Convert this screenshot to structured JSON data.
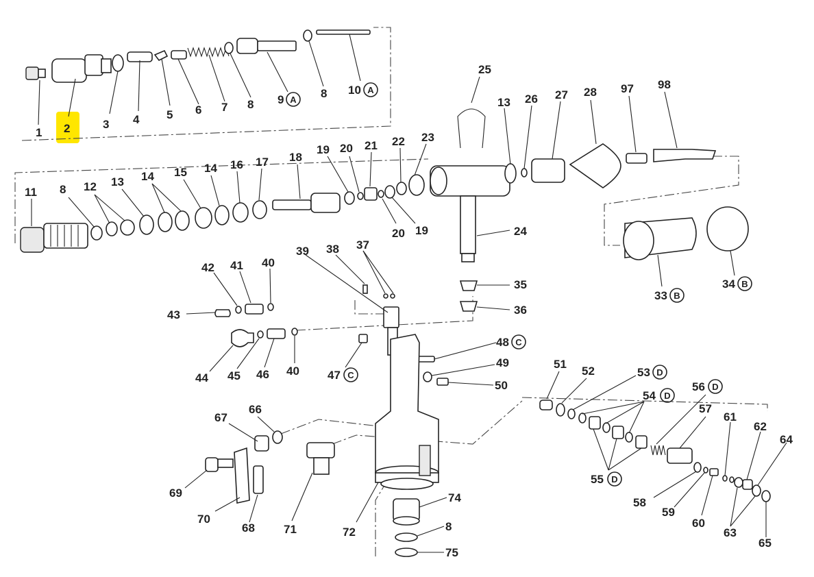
{
  "highlight": {
    "label": "2",
    "color": "#ffe600"
  },
  "labels": [
    {
      "id": "l1",
      "text": "1"
    },
    {
      "id": "l2",
      "text": "2"
    },
    {
      "id": "l3",
      "text": "3"
    },
    {
      "id": "l4",
      "text": "4"
    },
    {
      "id": "l5",
      "text": "5"
    },
    {
      "id": "l6",
      "text": "6"
    },
    {
      "id": "l7",
      "text": "7"
    },
    {
      "id": "l8a",
      "text": "8"
    },
    {
      "id": "l9",
      "text": "9"
    },
    {
      "id": "l8b",
      "text": "8"
    },
    {
      "id": "l10",
      "text": "10"
    },
    {
      "id": "l25",
      "text": "25"
    },
    {
      "id": "l13a",
      "text": "13"
    },
    {
      "id": "l26",
      "text": "26"
    },
    {
      "id": "l27",
      "text": "27"
    },
    {
      "id": "l28",
      "text": "28"
    },
    {
      "id": "l97",
      "text": "97"
    },
    {
      "id": "l98",
      "text": "98"
    },
    {
      "id": "l11",
      "text": "11"
    },
    {
      "id": "l8c",
      "text": "8"
    },
    {
      "id": "l12",
      "text": "12"
    },
    {
      "id": "l13b",
      "text": "13"
    },
    {
      "id": "l14a",
      "text": "14"
    },
    {
      "id": "l15",
      "text": "15"
    },
    {
      "id": "l14b",
      "text": "14"
    },
    {
      "id": "l16",
      "text": "16"
    },
    {
      "id": "l17",
      "text": "17"
    },
    {
      "id": "l18",
      "text": "18"
    },
    {
      "id": "l19a",
      "text": "19"
    },
    {
      "id": "l20a",
      "text": "20"
    },
    {
      "id": "l21",
      "text": "21"
    },
    {
      "id": "l22",
      "text": "22"
    },
    {
      "id": "l23",
      "text": "23"
    },
    {
      "id": "l20b",
      "text": "20"
    },
    {
      "id": "l19b",
      "text": "19"
    },
    {
      "id": "l24",
      "text": "24"
    },
    {
      "id": "l33",
      "text": "33"
    },
    {
      "id": "l34",
      "text": "34"
    },
    {
      "id": "l35",
      "text": "35"
    },
    {
      "id": "l36",
      "text": "36"
    },
    {
      "id": "l39",
      "text": "39"
    },
    {
      "id": "l38",
      "text": "38"
    },
    {
      "id": "l37",
      "text": "37"
    },
    {
      "id": "l42",
      "text": "42"
    },
    {
      "id": "l41",
      "text": "41"
    },
    {
      "id": "l40a",
      "text": "40"
    },
    {
      "id": "l43",
      "text": "43"
    },
    {
      "id": "l44",
      "text": "44"
    },
    {
      "id": "l45",
      "text": "45"
    },
    {
      "id": "l46",
      "text": "46"
    },
    {
      "id": "l40b",
      "text": "40"
    },
    {
      "id": "l47",
      "text": "47"
    },
    {
      "id": "l48",
      "text": "48"
    },
    {
      "id": "l49",
      "text": "49"
    },
    {
      "id": "l50",
      "text": "50"
    },
    {
      "id": "l51",
      "text": "51"
    },
    {
      "id": "l52",
      "text": "52"
    },
    {
      "id": "l53",
      "text": "53"
    },
    {
      "id": "l54",
      "text": "54"
    },
    {
      "id": "l56",
      "text": "56"
    },
    {
      "id": "l57",
      "text": "57"
    },
    {
      "id": "l61",
      "text": "61"
    },
    {
      "id": "l62",
      "text": "62"
    },
    {
      "id": "l64",
      "text": "64"
    },
    {
      "id": "l55",
      "text": "55"
    },
    {
      "id": "l58",
      "text": "58"
    },
    {
      "id": "l59",
      "text": "59"
    },
    {
      "id": "l60",
      "text": "60"
    },
    {
      "id": "l63",
      "text": "63"
    },
    {
      "id": "l65",
      "text": "65"
    },
    {
      "id": "l67",
      "text": "67"
    },
    {
      "id": "l66",
      "text": "66"
    },
    {
      "id": "l69",
      "text": "69"
    },
    {
      "id": "l70",
      "text": "70"
    },
    {
      "id": "l68",
      "text": "68"
    },
    {
      "id": "l71",
      "text": "71"
    },
    {
      "id": "l72",
      "text": "72"
    },
    {
      "id": "l74",
      "text": "74"
    },
    {
      "id": "l8d",
      "text": "8"
    },
    {
      "id": "l75",
      "text": "75"
    }
  ],
  "kit_markers": [
    {
      "id": "kA1",
      "text": "A"
    },
    {
      "id": "kA2",
      "text": "A"
    },
    {
      "id": "kB1",
      "text": "B"
    },
    {
      "id": "kB2",
      "text": "B"
    },
    {
      "id": "kC1",
      "text": "C"
    },
    {
      "id": "kC2",
      "text": "C"
    },
    {
      "id": "kD1",
      "text": "D"
    },
    {
      "id": "kD2",
      "text": "D"
    },
    {
      "id": "kD3",
      "text": "D"
    },
    {
      "id": "kD4",
      "text": "D"
    }
  ]
}
